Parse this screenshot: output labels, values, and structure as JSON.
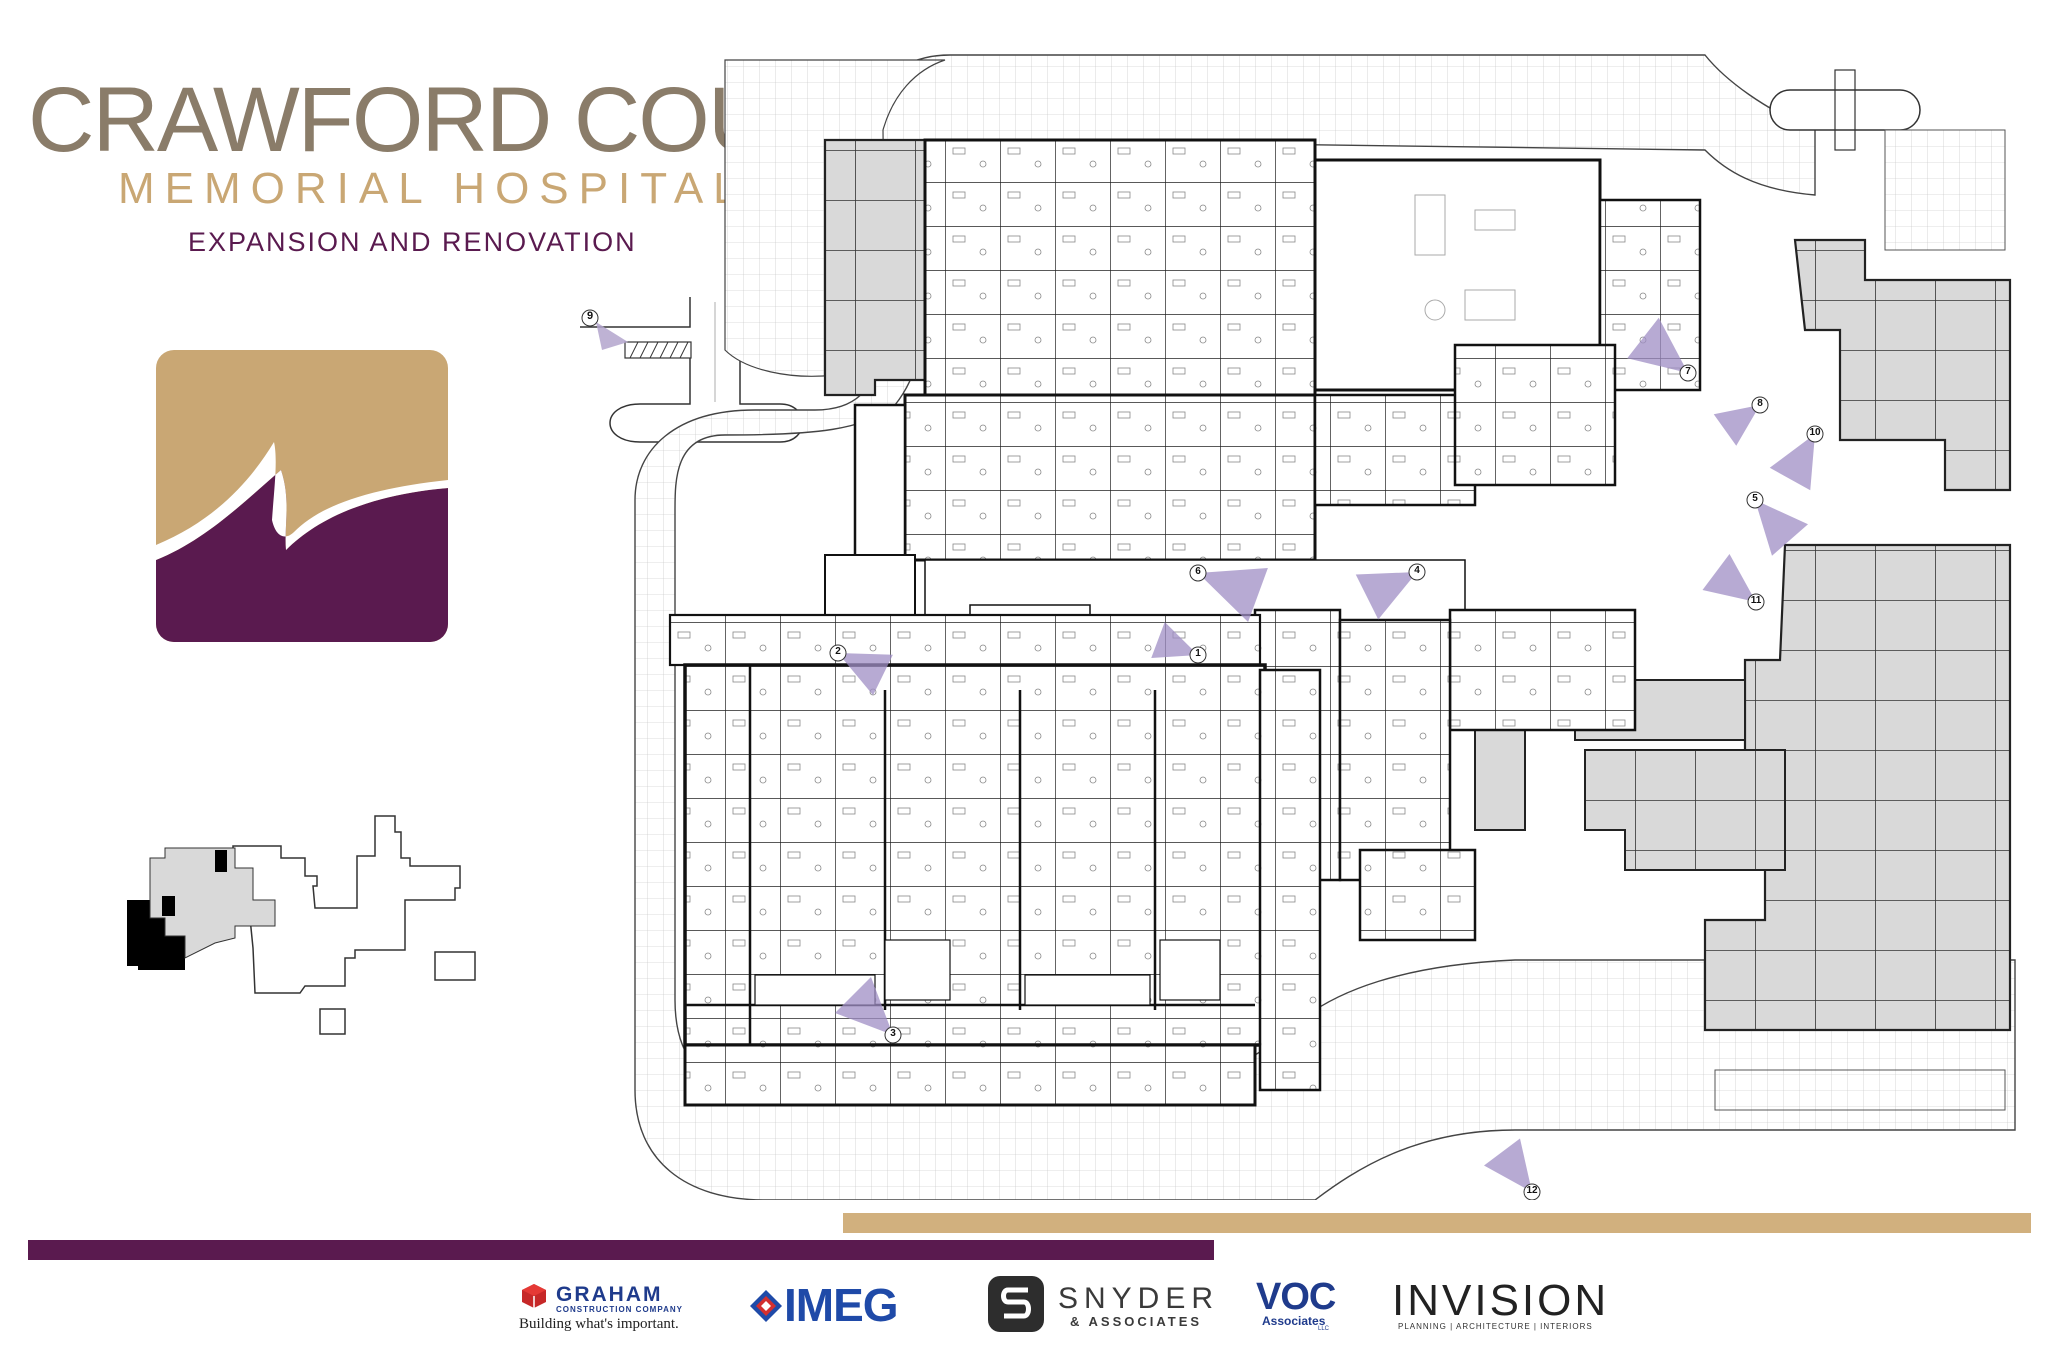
{
  "header": {
    "title": "CRAWFORD COUNTY",
    "subtitle": "MEMORIAL HOSPITAL",
    "tagline": "EXPANSION AND RENOVATION"
  },
  "colors": {
    "brand_purple": "#5a1a4f",
    "brand_tan": "#c9a774",
    "brand_gray": "#8a7c69",
    "existing_building": "#d9d9d9"
  },
  "logo": {
    "icon": "hospital-emblem-icon"
  },
  "key_plan": {
    "icon": "building-key-plan-icon"
  },
  "floor_plan": {
    "viewpoints": [
      "1",
      "2",
      "3",
      "4",
      "5",
      "6",
      "7",
      "8",
      "9",
      "10",
      "11",
      "12"
    ]
  },
  "sponsors": {
    "graham": {
      "name": "GRAHAM",
      "sub": "CONSTRUCTION COMPANY",
      "tagline": "Building what's important."
    },
    "imeg": {
      "name": "IMEG"
    },
    "snyder": {
      "name": "SNYDER",
      "sub": "& ASSOCIATES"
    },
    "voc": {
      "name": "VOC",
      "sub": "Associates",
      "suffix": "LLC"
    },
    "invision": {
      "name": "INVISION",
      "sub": "PLANNING | ARCHITECTURE | INTERIORS"
    }
  }
}
